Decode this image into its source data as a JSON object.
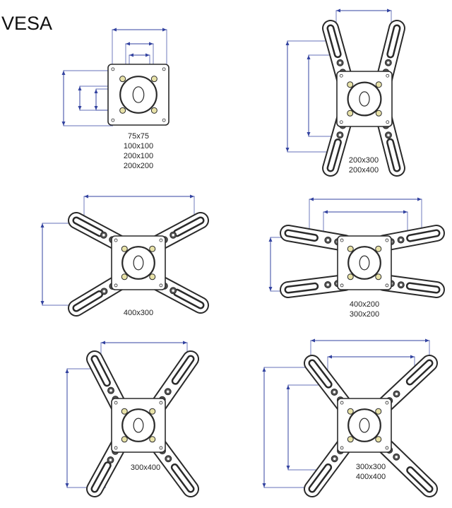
{
  "title": "VESA",
  "colors": {
    "dimension": "#3343a0",
    "outline": "#2a2a2a",
    "accent": "#e8e2a8"
  },
  "configurations": [
    {
      "labels": [
        "75x75",
        "100x100",
        "200x100",
        "200x200"
      ]
    },
    {
      "labels": [
        "200x300",
        "200x400"
      ]
    },
    {
      "labels": [
        "400x300"
      ]
    },
    {
      "labels": [
        "400x200",
        "300x200"
      ]
    },
    {
      "labels": [
        "300x400"
      ]
    },
    {
      "labels": [
        "300x300",
        "400x400"
      ]
    }
  ]
}
